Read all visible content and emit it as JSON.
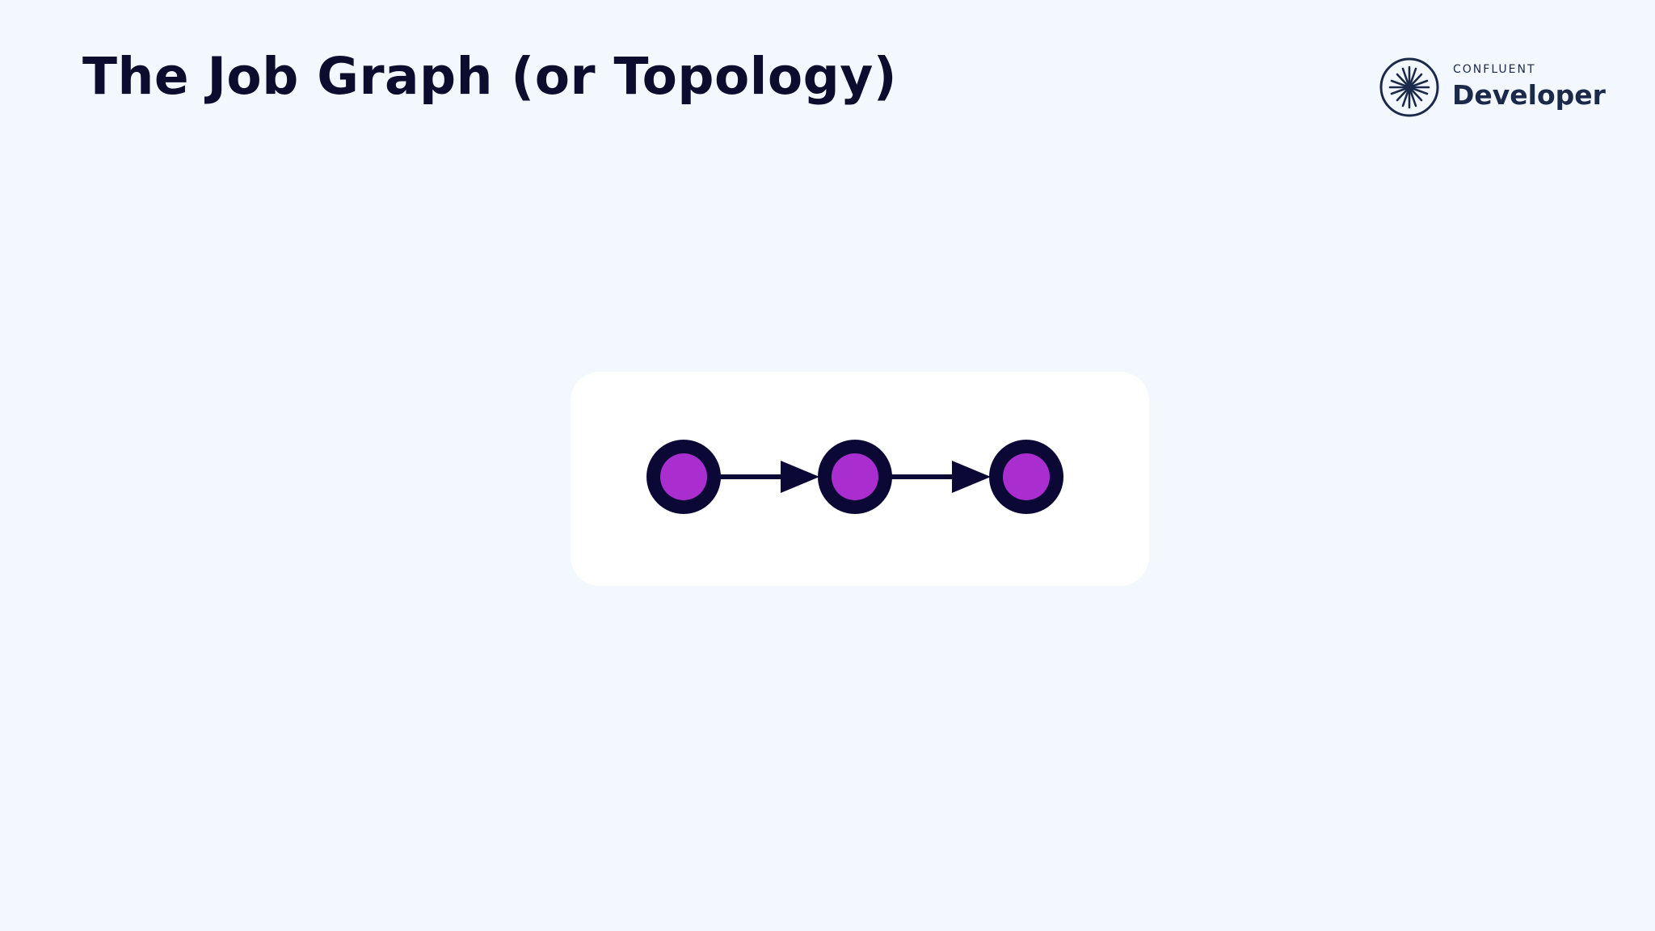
{
  "slide": {
    "title": "The Job Graph (or Topology)"
  },
  "brand": {
    "small_text": "CONFLUENT",
    "big_text": "Developer",
    "color": "#1b2a4a"
  },
  "graph": {
    "node_count": 3,
    "edges": [
      {
        "from": 1,
        "to": 2
      },
      {
        "from": 2,
        "to": 3
      }
    ],
    "node_fill_color": "#a92dcf",
    "node_ring_color": "#0b0836",
    "edge_color": "#0b0836",
    "card_color": "#ffffff"
  },
  "colors": {
    "background": "#f3f7fe",
    "title": "#0b0c2e"
  }
}
